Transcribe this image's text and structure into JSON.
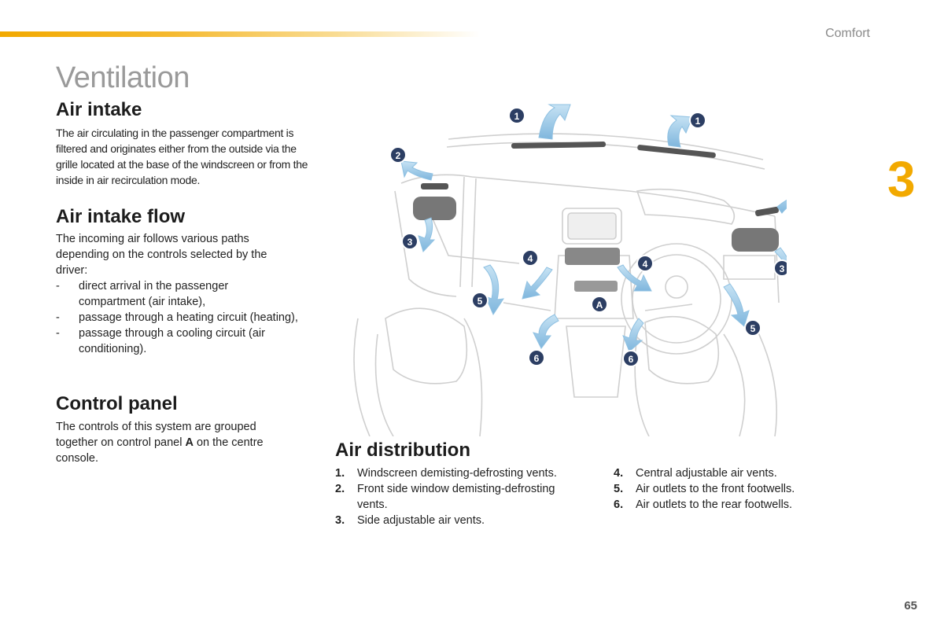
{
  "header": {
    "section": "Comfort",
    "chapter": "3"
  },
  "page": {
    "title": "Ventilation",
    "number": "65"
  },
  "air_intake": {
    "heading": "Air intake",
    "text": "The air circulating in the passenger compartment is filtered and originates either from the outside via the grille located at the base of the windscreen or from the inside in air recirculation mode."
  },
  "air_intake_flow": {
    "heading": "Air intake flow",
    "intro": "The incoming air follows various paths depending on the controls selected by the driver:",
    "items": [
      "direct arrival in the passenger compartment (air intake),",
      "passage through a heating circuit (heating),",
      "passage through a cooling circuit (air conditioning)."
    ]
  },
  "control_panel": {
    "heading": "Control panel",
    "text_before": "The controls of this system are grouped together on control panel ",
    "text_bold": "A",
    "text_after": " on the centre console."
  },
  "air_distribution": {
    "heading": "Air distribution",
    "left_items": [
      {
        "num": "1.",
        "text": "Windscreen demisting-defrosting vents."
      },
      {
        "num": "2.",
        "text": "Front side window demisting-defrosting vents."
      },
      {
        "num": "3.",
        "text": "Side adjustable air vents."
      }
    ],
    "right_items": [
      {
        "num": "4.",
        "text": "Central adjustable air vents."
      },
      {
        "num": "5.",
        "text": "Air outlets to the front footwells."
      },
      {
        "num": "6.",
        "text": "Air outlets to the rear footwells."
      }
    ]
  },
  "diagram": {
    "callouts": [
      "1",
      "1",
      "2",
      "2",
      "3",
      "3",
      "4",
      "4",
      "5",
      "5",
      "6",
      "6",
      "A"
    ],
    "colors": {
      "badge": "#2c3e63",
      "arrow": "#a9d1ec",
      "arrow_edge": "#6fa9d3",
      "line": "#c9c9c9"
    }
  }
}
